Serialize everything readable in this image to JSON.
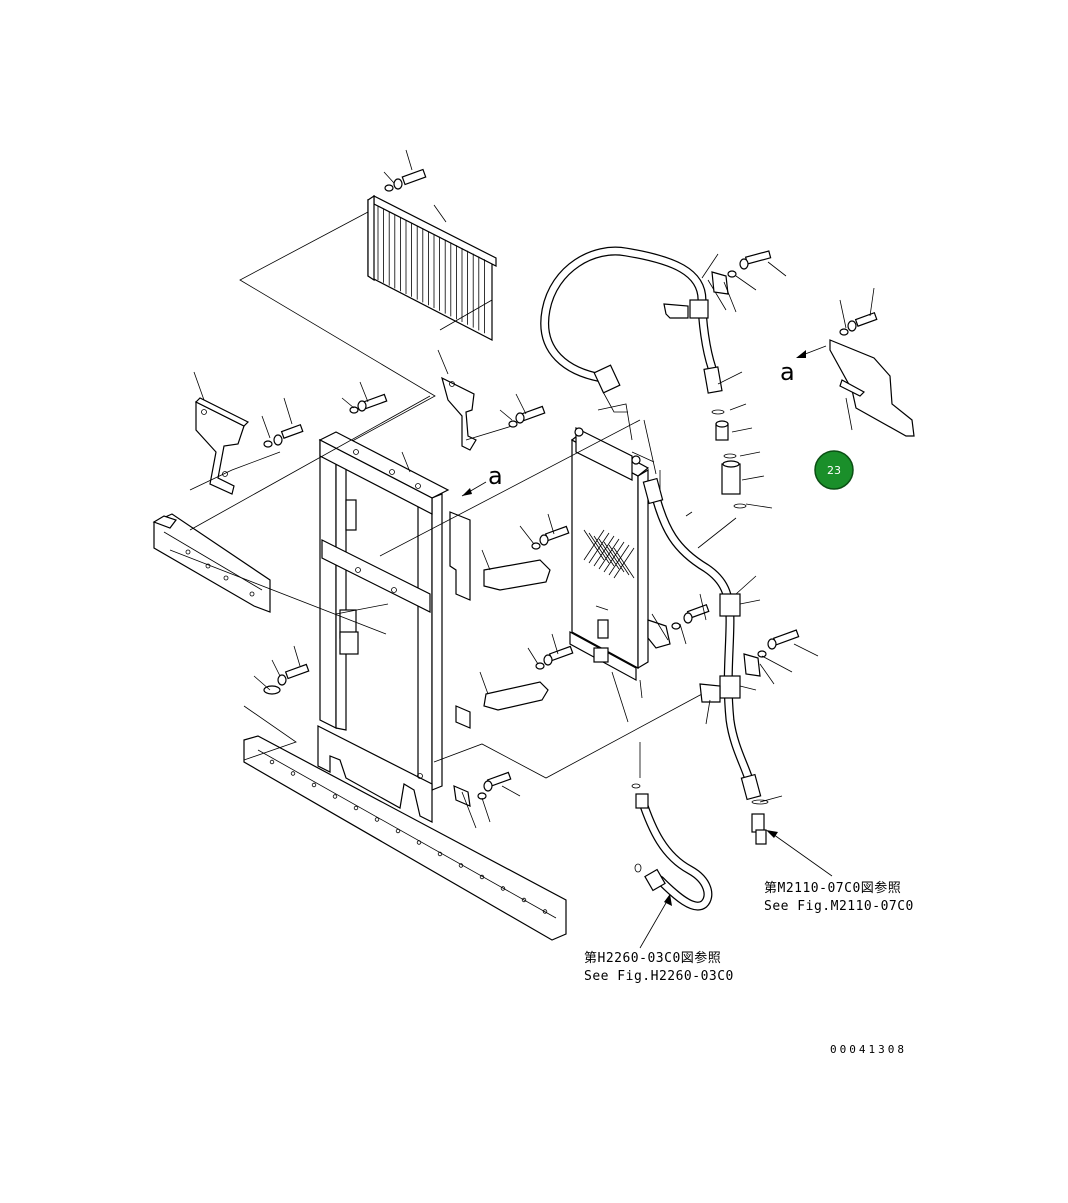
{
  "diagram": {
    "view_letters": [
      "a",
      "a"
    ],
    "references": [
      {
        "jp": "第M2110-07C0図参照",
        "en": "See Fig.M2110-07C0"
      },
      {
        "jp": "第H2260-03C0図参照",
        "en": "See Fig.H2260-03C0"
      }
    ],
    "drawing_code": "00041308",
    "badge": {
      "label": "23",
      "color": "#1a8f2a"
    },
    "line_color": "#000000"
  }
}
